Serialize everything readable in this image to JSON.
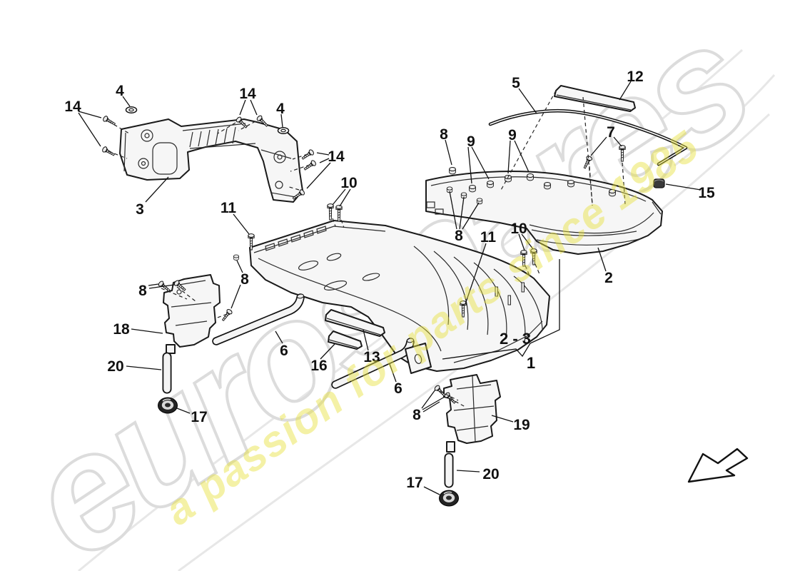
{
  "diagram": {
    "type": "exploded-parts-diagram",
    "subject": "convertible top storage box",
    "watermark": {
      "brand": "eurospares",
      "tagline": "a passion for parts since 1985",
      "brand_outline_color": "#dcdcdc",
      "tagline_color": "#e8e23c"
    },
    "group_label": {
      "text": "2 - 3"
    },
    "assembly_label": {
      "text": "1"
    },
    "callouts": [
      {
        "label": "4"
      },
      {
        "label": "14"
      },
      {
        "label": "14"
      },
      {
        "label": "4"
      },
      {
        "label": "14"
      },
      {
        "label": "3"
      },
      {
        "label": "5"
      },
      {
        "label": "12"
      },
      {
        "label": "8"
      },
      {
        "label": "9"
      },
      {
        "label": "9"
      },
      {
        "label": "7"
      },
      {
        "label": "15"
      },
      {
        "label": "2"
      },
      {
        "label": "10"
      },
      {
        "label": "11"
      },
      {
        "label": "8"
      },
      {
        "label": "8"
      },
      {
        "label": "11"
      },
      {
        "label": "10"
      },
      {
        "label": "8"
      },
      {
        "label": "18"
      },
      {
        "label": "20"
      },
      {
        "label": "17"
      },
      {
        "label": "6"
      },
      {
        "label": "16"
      },
      {
        "label": "13"
      },
      {
        "label": "6"
      },
      {
        "label": "8"
      },
      {
        "label": "19"
      },
      {
        "label": "20"
      },
      {
        "label": "17"
      }
    ]
  }
}
